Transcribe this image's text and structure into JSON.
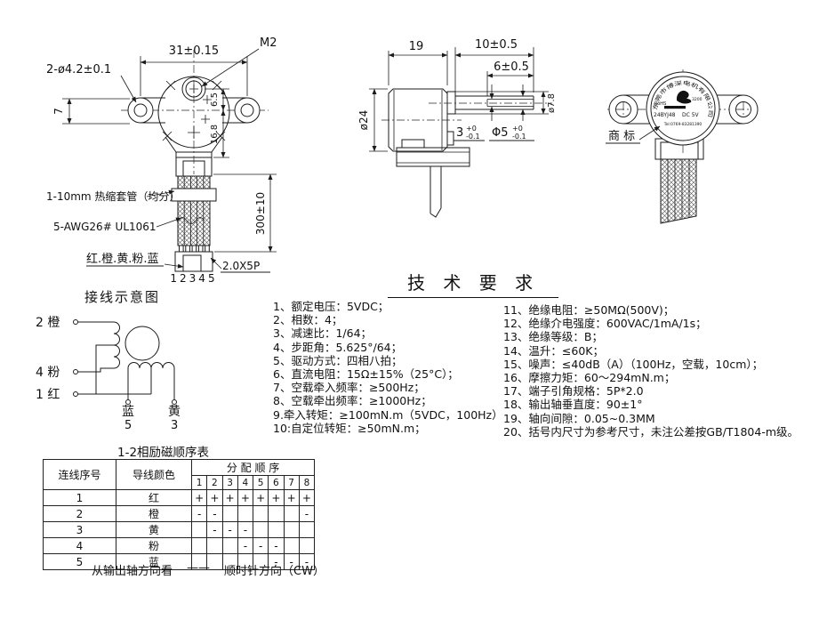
{
  "front_view": {
    "mount_dist": "31±0.15",
    "m2": "M2",
    "holes": "2-ø4.2±0.1",
    "ear_w": "7",
    "hub_offset": "6.5",
    "hub_height": "16.8",
    "lead_len": "300±10",
    "heatshrink": "1-10mm 热缩套管（均分）",
    "wire_spec": "5-AWG26# UL1061",
    "wire_colors": "红.橙.黄.粉.蓝",
    "pins": "12345",
    "connector": "2.0X5P"
  },
  "side_view": {
    "len19": "19",
    "len10": "10±0.5",
    "len6": "6±0.5",
    "d24": "ø24",
    "d78": "ø7.8",
    "flat3": "3",
    "flat3_tu": "+0",
    "flat3_td": "-0.1",
    "shaft5": "Φ5",
    "shaft5_tu": "+0",
    "shaft5_td": "-0.1"
  },
  "back_view": {
    "trademark": "商 标",
    "brand": "东莞市博深电机有限公司",
    "rohs": "RoHS",
    "code": "3200",
    "model": "24BYJ48",
    "voltage": "DC 5V",
    "tel": "Tel:0769-83281390"
  },
  "wiring": {
    "title": "接线示意图",
    "t2": "2 橙",
    "t4": "4 粉",
    "t1": "1 红",
    "blue": "蓝",
    "blue_pin": "5",
    "yellow": "黄",
    "yellow_pin": "3"
  },
  "tech": {
    "title": "技 术 要 求",
    "left": [
      "1、额定电压：5VDC；",
      "2、相数：4；",
      "3、减速比：1/64；",
      "4、步距角：5.625°/64；",
      "5、驱动方式：四相八拍；",
      "6、直流电阻：15Ω±15%（25°C）；",
      "7、空载牵入频率：≥500Hz；",
      "8、空载牵出频率：≥1000Hz；",
      "9.牵入转矩：≥100mN.m（5VDC，100Hz）",
      "10:自定位转矩：≥50mN.m；"
    ],
    "right": [
      "11、绝缘电阻：≥50MΩ(500V)；",
      "12、绝缘介电强度：600VAC/1mA/1s；",
      "13、绝缘等级：B；",
      "14、温升：≤60K；",
      "15、噪声：≤40dB（A）（100Hz，空载，10cm）；",
      "16、摩擦力矩：60～294mN.m；",
      "17、端子引角规格：5P*2.0",
      "18、输出轴垂直度：90±1°",
      "19、轴向间隙：0.05~0.3MM",
      "20、括号内尺寸为参考尺寸，未注公差按GB/T1804-m级。"
    ]
  },
  "seq": {
    "title": "1-2相励磁顺序表",
    "h_no": "连线序号",
    "h_color": "导线颜色",
    "h_assign": "分 配 顺 序",
    "steps": [
      "1",
      "2",
      "3",
      "4",
      "5",
      "6",
      "7",
      "8"
    ],
    "rows": [
      {
        "no": "1",
        "color": "红",
        "s": [
          "+",
          "+",
          "+",
          "+",
          "+",
          "+",
          "+",
          "+"
        ]
      },
      {
        "no": "2",
        "color": "橙",
        "s": [
          "-",
          "-",
          "",
          "",
          "",
          "",
          "",
          "-"
        ]
      },
      {
        "no": "3",
        "color": "黄",
        "s": [
          "",
          "-",
          "-",
          "-",
          "",
          "",
          "",
          ""
        ]
      },
      {
        "no": "4",
        "color": "粉",
        "s": [
          "",
          "",
          "",
          "-",
          "-",
          "-",
          "",
          ""
        ]
      },
      {
        "no": "5",
        "color": "蓝",
        "s": [
          "",
          "",
          "",
          "",
          "",
          "-",
          "-",
          "-"
        ]
      }
    ],
    "f1": "从输出轴方向看",
    "f_dash": "——",
    "f2": "顺时针方向（CW）"
  }
}
